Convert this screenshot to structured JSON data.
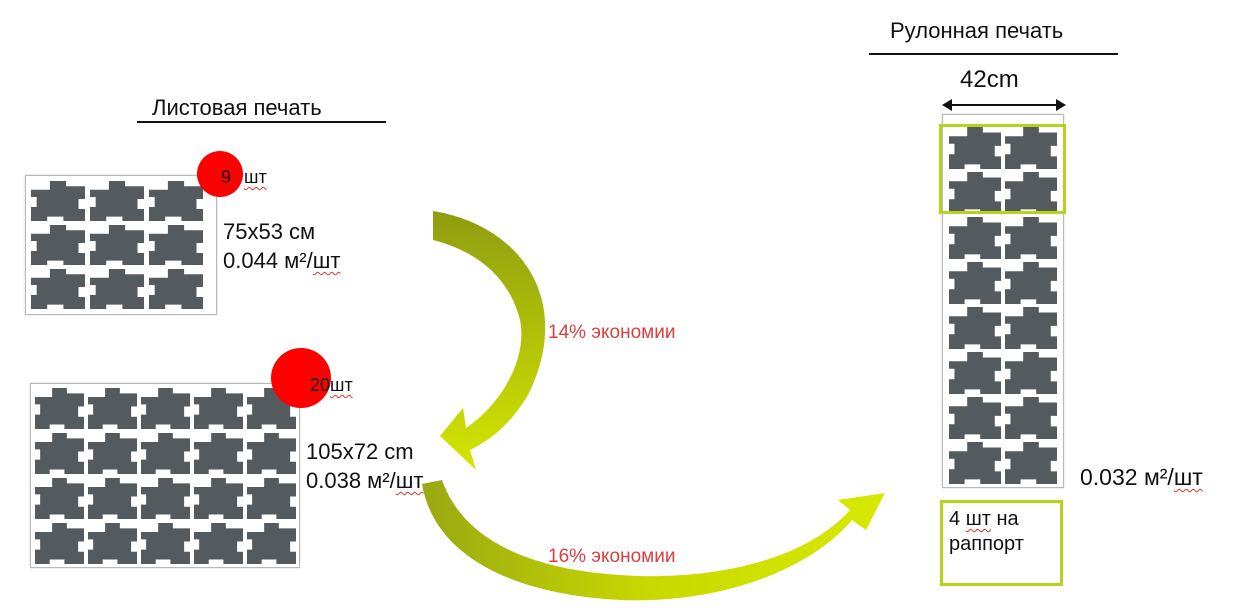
{
  "sheet_print": {
    "title": "Листовая печать",
    "small": {
      "count_num": "9",
      "count_unit": "шт",
      "size": "75x53 см",
      "area_num": "0.044 м²/",
      "area_unit": "шт"
    },
    "large": {
      "count_num": "20",
      "count_unit": "шт",
      "size": "105x72 cm",
      "area_num": "0.038 м²/",
      "area_unit": "шт"
    }
  },
  "roll_print": {
    "title": "Рулонная печать",
    "width": "42cm",
    "area_num": "0.032 м²/",
    "area_unit": "шт",
    "repeat_line1_num": "4 ",
    "repeat_line1_unit": "шт",
    "repeat_line1_rest": " на",
    "repeat_line2": "раппорт"
  },
  "savings": {
    "first": "14% экономии",
    "second": "16% экономии"
  },
  "colors": {
    "accent_green": "#b8d21c",
    "badge_red": "#ff0000",
    "savings_text": "#d94040",
    "tile": "#555a5e"
  }
}
